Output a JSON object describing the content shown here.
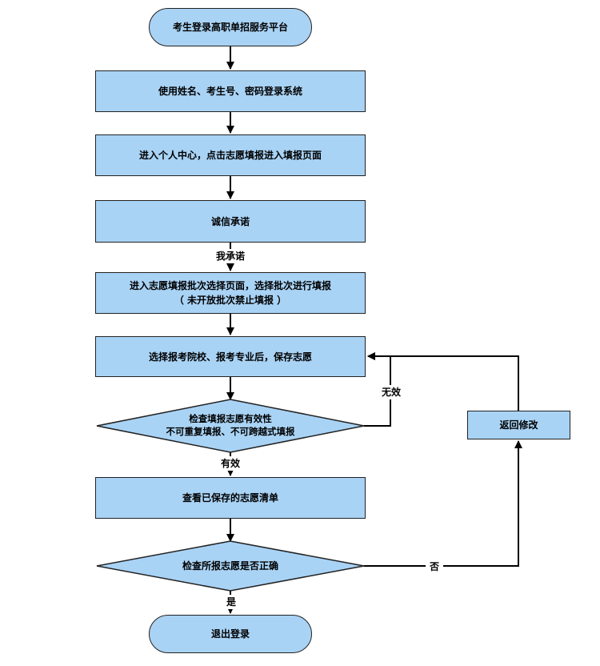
{
  "nodes": {
    "start": "考生登录高职单招服务平台",
    "login": "使用姓名、考生号、密码登录系统",
    "center": "进入个人中心，点击志愿填报进入填报页面",
    "promise": "诚信承诺",
    "batch_line1": "进入志愿填报批次选择页面，选择批次进行填报",
    "batch_line2": "（ 未开放批次禁止填报 ）",
    "choose": "选择报考院校、报考专业后，保存志愿",
    "check_line1": "检查填报志愿有效性",
    "check_line2": "不可重复填报、不可跨越式填报",
    "view": "查看已保存的志愿清单",
    "verify": "检查所报志愿是否正确",
    "modify": "返回修改",
    "end": "退出登录"
  },
  "edges": {
    "promise_label": "我承诺",
    "invalid_label": "无效",
    "valid_label": "有效",
    "no_label": "否",
    "yes_label": "是"
  },
  "colors": {
    "fill": "#a9d3f5",
    "stroke": "#222222"
  }
}
